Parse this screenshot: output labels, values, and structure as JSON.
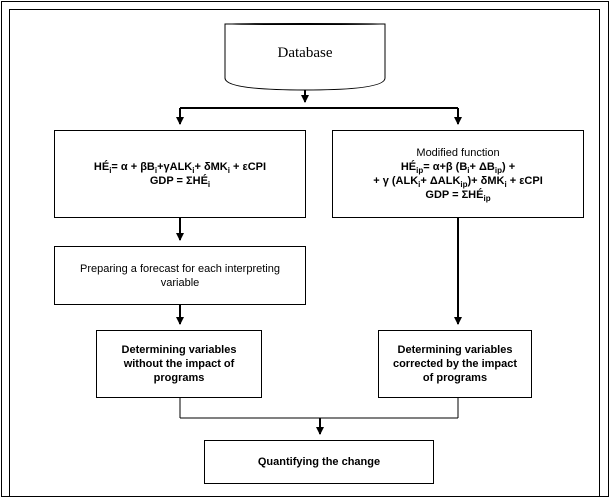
{
  "database": {
    "label": "Database"
  },
  "left_formula": {
    "line1": [
      "HÉ",
      "i",
      "= α + βB",
      "i",
      "+γALK",
      "i",
      "+ δMK",
      "i",
      " + εCPI"
    ],
    "line2": [
      "GDP = ΣHÉ",
      "i"
    ]
  },
  "right_formula": {
    "title": "Modified function",
    "line1": [
      "HÉ",
      "ip",
      "= α+β (B",
      "i",
      "+ ΔB",
      "ip",
      ") +"
    ],
    "line2": [
      "+ γ (ALK",
      "i",
      "+  ΔALK",
      "ip",
      ")+ δMK",
      "i",
      " + εCPI"
    ],
    "line3": [
      "GDP = ΣHÉ",
      "ip"
    ]
  },
  "forecast": {
    "text": "Preparing a forecast for each interpreting variable"
  },
  "left_result": {
    "text": "Determining variables without the impact of programs"
  },
  "right_result": {
    "text": "Determining variables corrected by the impact of programs"
  },
  "final": {
    "text": "Quantifying the change"
  }
}
